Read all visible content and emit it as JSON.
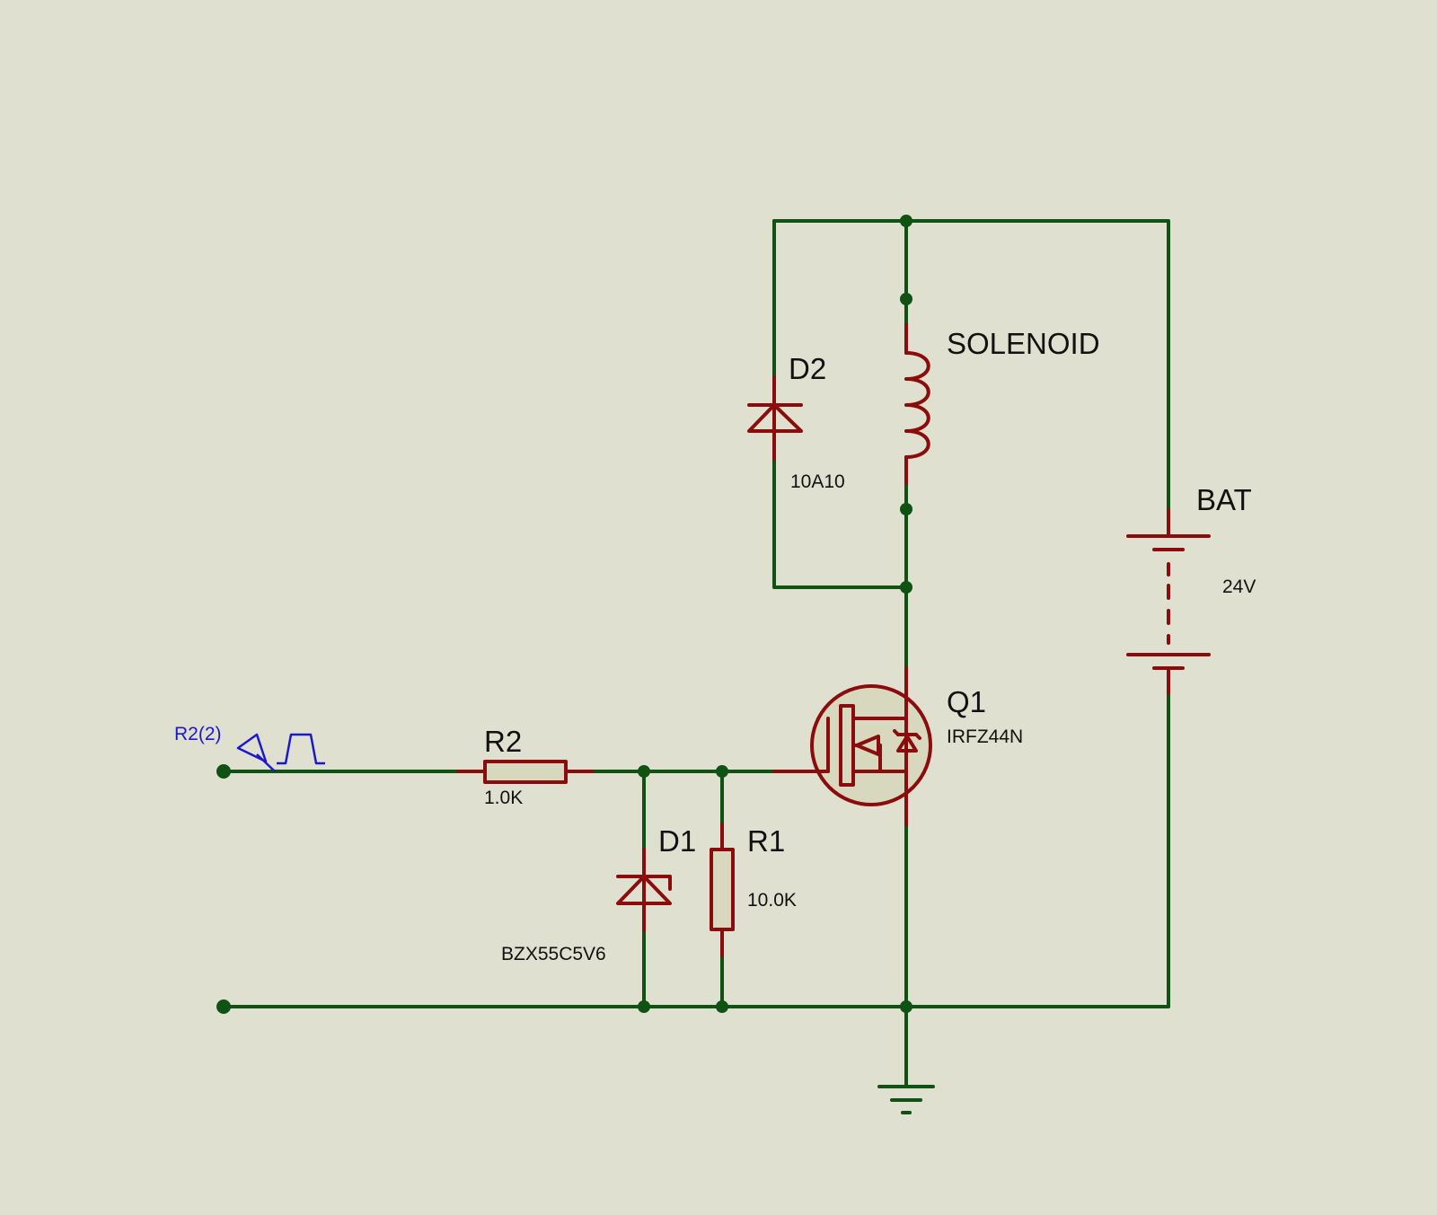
{
  "schematic": {
    "colors": {
      "background": "#e0e0d0",
      "wire": "#0f5214",
      "component": "#8b0c0c",
      "component_body": "#d8d8be",
      "probe": "#1a1acc",
      "text": "#111111"
    },
    "components": {
      "d2": {
        "ref": "D2",
        "value": "10A10",
        "type": "diode"
      },
      "solenoid": {
        "ref": "SOLENOID",
        "type": "inductor"
      },
      "bat": {
        "ref": "BAT",
        "value": "24V",
        "type": "battery"
      },
      "q1": {
        "ref": "Q1",
        "value": "IRFZ44N",
        "type": "n-channel-mosfet"
      },
      "r2": {
        "ref": "R2",
        "value": "1.0K",
        "type": "resistor"
      },
      "d1": {
        "ref": "D1",
        "value": "BZX55C5V6",
        "type": "zener-diode"
      },
      "r1": {
        "ref": "R1",
        "value": "10.0K",
        "type": "resistor"
      }
    },
    "probe": {
      "label": "R2(2)",
      "icon": "pulse-generator-icon"
    },
    "ground": {
      "icon": "ground-icon"
    }
  }
}
